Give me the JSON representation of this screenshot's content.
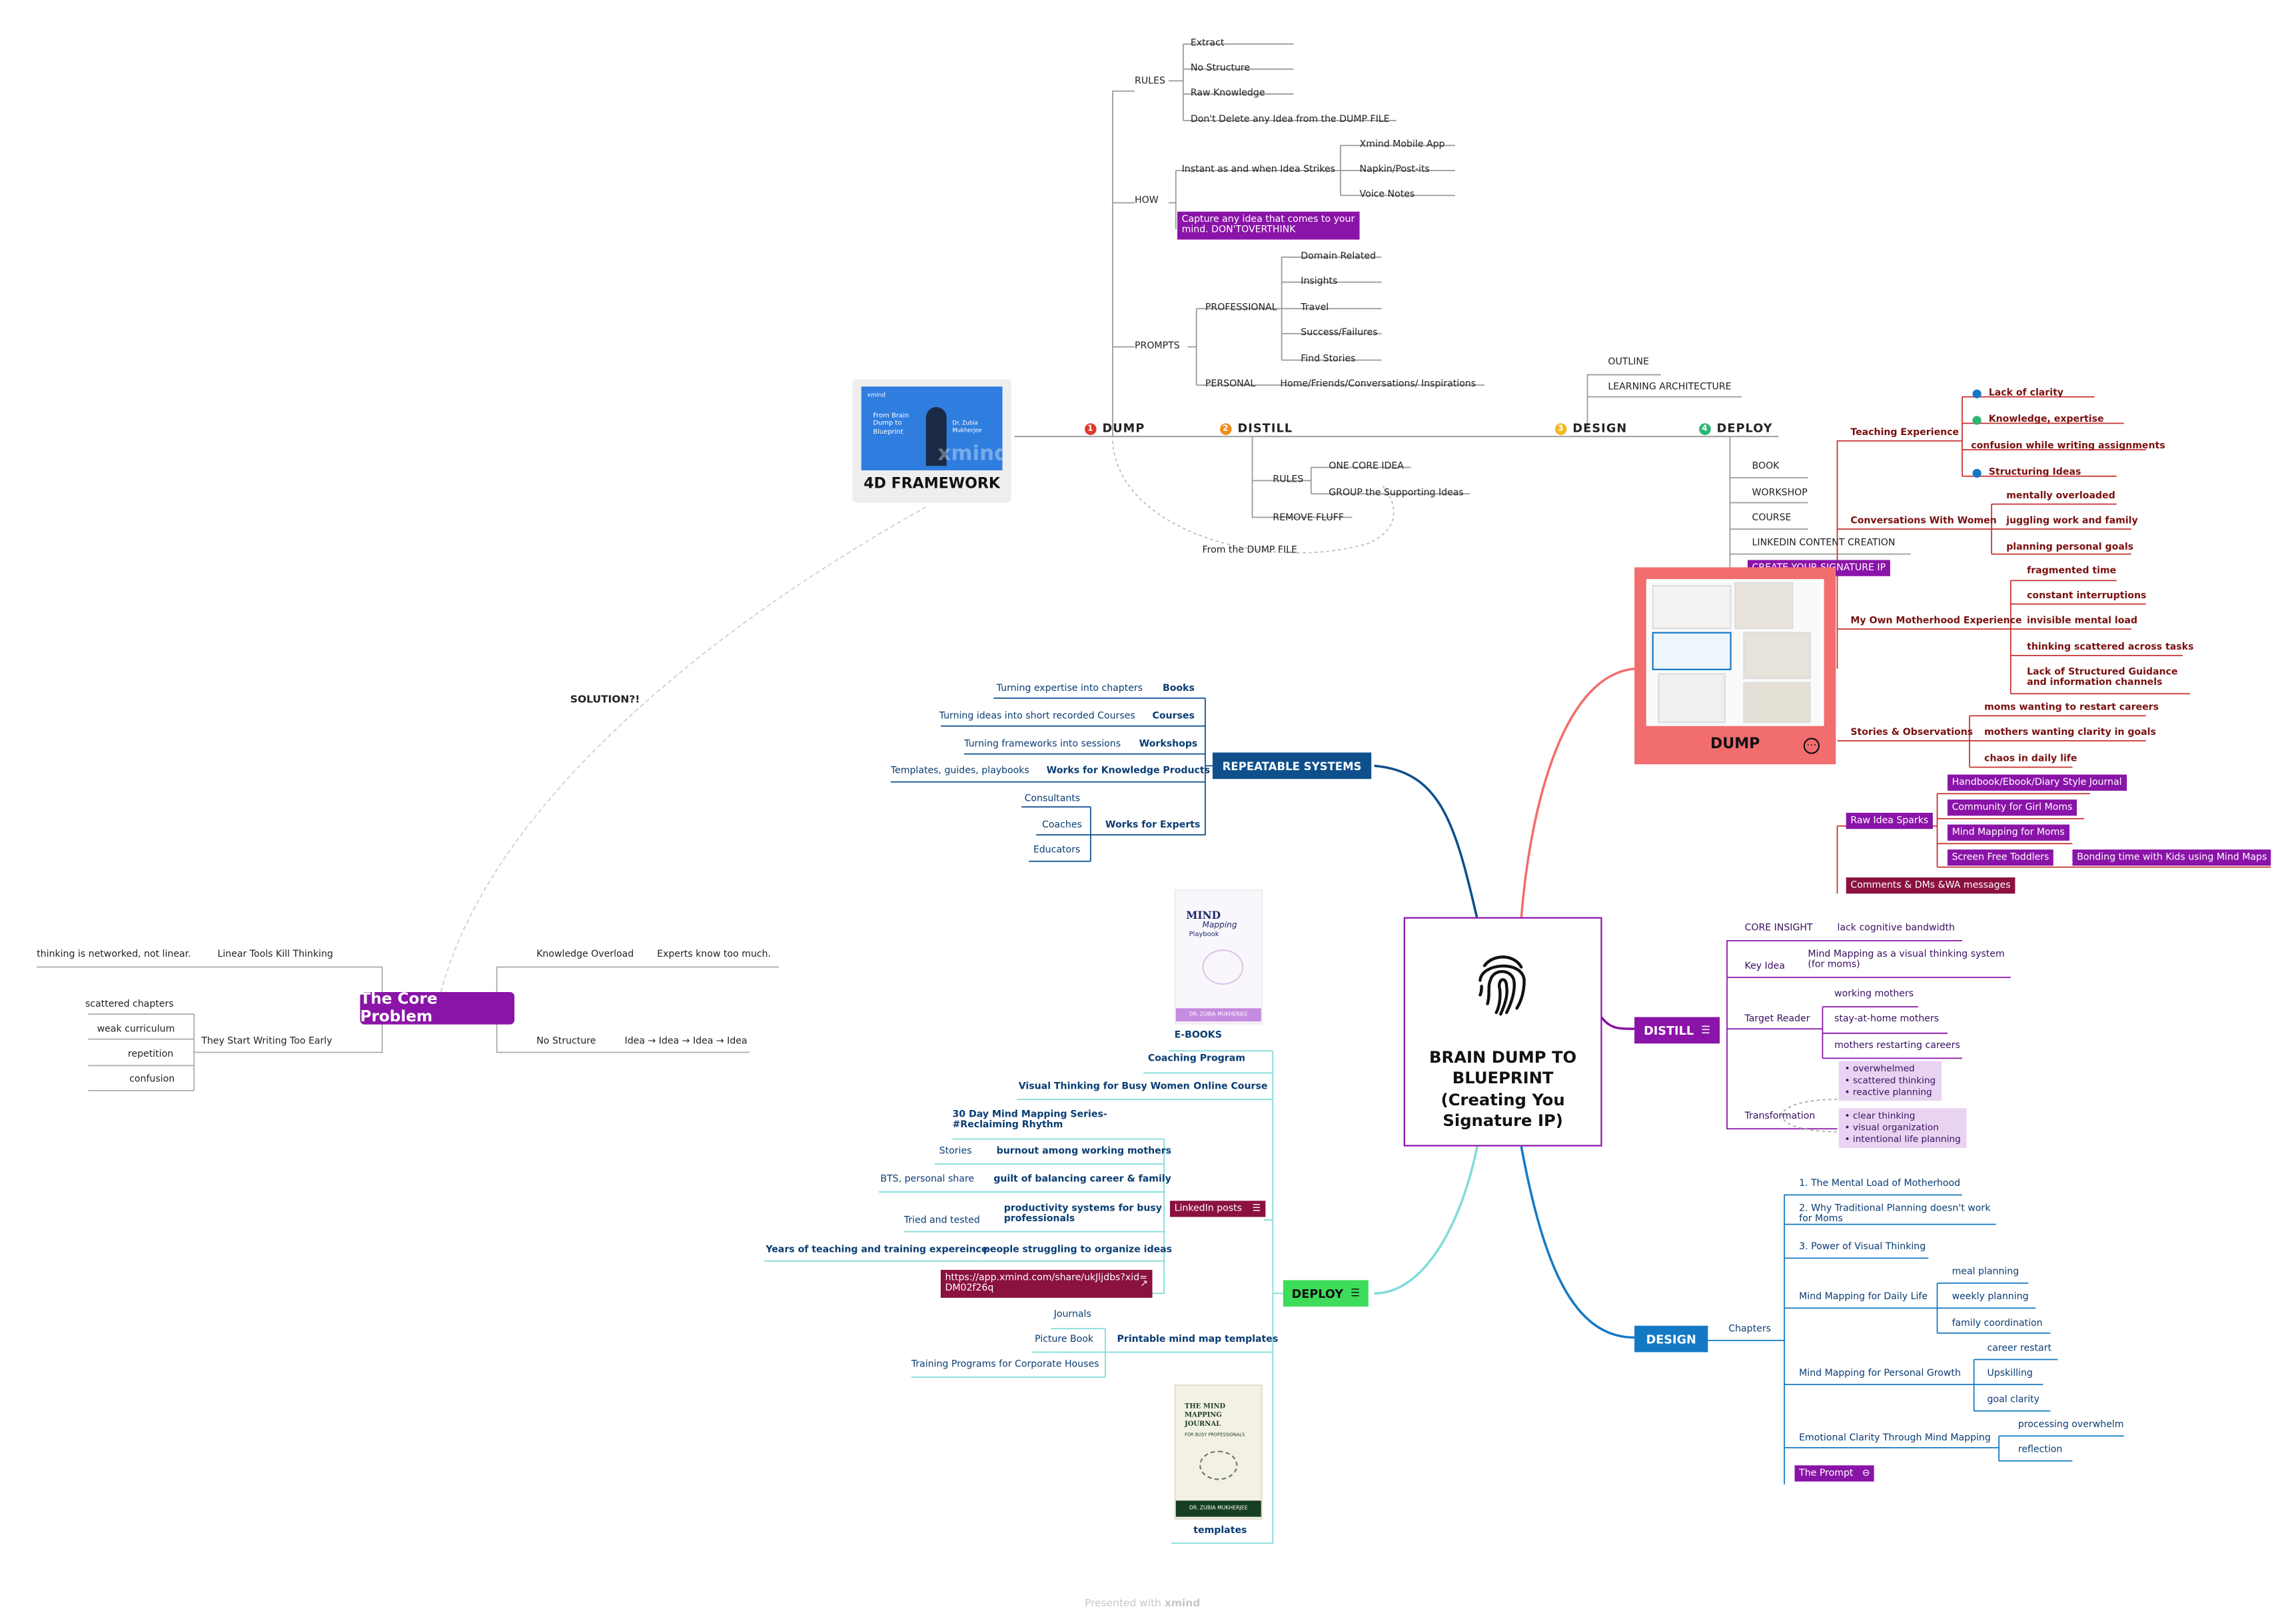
{
  "center": {
    "title": "BRAIN DUMP TO BLUEPRINT (Creating You Signature IP)"
  },
  "framework": {
    "title": "4D FRAMEWORK",
    "card": {
      "brand": "xmind",
      "heading": "From Brain Dump to Blueprint",
      "author": "Dr. Zubia Mukherjee",
      "watermark": "xmind"
    },
    "solution_label": "SOLUTION?!",
    "phases": [
      {
        "num": "1",
        "label": "DUMP",
        "color": "#e0392b"
      },
      {
        "num": "2",
        "label": "DISTILL",
        "color": "#f08c1e"
      },
      {
        "num": "3",
        "label": "DESIGN",
        "color": "#f0b81e"
      },
      {
        "num": "4",
        "label": "DEPLOY",
        "color": "#2bb673"
      }
    ],
    "dump": {
      "rules_label": "RULES",
      "rules": [
        "Extract",
        "No Structure",
        "Raw Knowledge",
        "Don't Delete any Idea from the DUMP FILE"
      ],
      "how_label": "HOW",
      "instant_label": "Instant as and when Idea Strikes",
      "instant_items": [
        "Xmind Mobile App",
        "Napkin/Post-its",
        "Voice Notes"
      ],
      "capture_note": "Capture any idea that comes to your mind. DON'TOVERTHINK",
      "prompts_label": "PROMPTS",
      "professional_label": "PROFESSIONAL",
      "professional_items": [
        "Domain Related",
        "Insights",
        "Travel",
        "Success/Failures",
        "Find Stories"
      ],
      "personal_label": "PERSONAL",
      "personal_item": "Home/Friends/Conversations/ Inspirations"
    },
    "distill": {
      "rules_label": "RULES",
      "rules": [
        "ONE CORE IDEA",
        "GROUP the Supporting Ideas"
      ],
      "remove_fluff": "REMOVE FLUFF",
      "from_dump": "From the DUMP FILE"
    },
    "design": {
      "items": [
        "OUTLINE",
        "LEARNING ARCHITECTURE"
      ]
    },
    "deploy": {
      "items": [
        "BOOK",
        "WORKSHOP",
        "COURSE",
        "LINKEDIN CONTENT CREATION"
      ],
      "cta": "CREATE YOUR SIGNATURE IP"
    }
  },
  "core_problem": {
    "title": "The Core Problem",
    "left": [
      {
        "label": "Linear Tools Kill Thinking",
        "items": [
          "thinking is networked, not linear."
        ]
      },
      {
        "label": "They Start Writing Too Early",
        "items": [
          "scattered chapters",
          "weak curriculum",
          "repetition",
          "confusion"
        ]
      }
    ],
    "right": [
      {
        "label": "Knowledge Overload",
        "item": "Experts know too much."
      },
      {
        "label": "No Structure",
        "item": "Idea → Idea → Idea → Idea"
      }
    ]
  },
  "repeatable": {
    "title": "REPEATABLE SYSTEMS",
    "items": [
      {
        "label": "Books",
        "desc": "Turning expertise into chapters"
      },
      {
        "label": "Courses",
        "desc": "Turning ideas into short recorded Courses"
      },
      {
        "label": "Workshops",
        "desc": "Turning frameworks into sessions"
      },
      {
        "label": "Works for Knowledge Products",
        "desc": "Templates, guides, playbooks"
      }
    ],
    "experts_label": "Works for Experts",
    "experts": [
      "Consultants",
      "Coaches",
      "Educators"
    ]
  },
  "dump_node": {
    "title": "DUMP",
    "teaching_label": "Teaching Experience",
    "teaching": [
      "Lack of clarity",
      "Knowledge, expertise",
      "confusion while writing assignments",
      "Structuring Ideas"
    ],
    "women_label": "Conversations With Women",
    "women": [
      "mentally overloaded",
      "juggling work and family",
      "planning personal goals"
    ],
    "motherhood_label": "My Own Motherhood Experience",
    "motherhood": [
      "fragmented time",
      "constant interruptions",
      "invisible mental load",
      "thinking scattered across tasks",
      "Lack of Structured Guidance and information channels"
    ],
    "stories_label": "Stories & Observations",
    "stories": [
      "moms wanting to restart careers",
      "mothers wanting clarity in goals",
      "chaos in daily life"
    ],
    "sparks_label": "Raw Idea Sparks",
    "sparks": [
      "Handbook/Ebook/Diary Style Journal",
      "Community for Girl Moms",
      "Mind Mapping for Moms",
      "Screen Free Toddlers"
    ],
    "sparks_extra": "Bonding time with Kids using Mind Maps",
    "comments": "Comments & DMs &WA messages"
  },
  "distill_node": {
    "title": "DISTILL",
    "core_insight_label": "CORE INSIGHT",
    "core_insight": "lack cognitive bandwidth",
    "key_idea_label": "Key Idea",
    "key_idea": "Mind Mapping as a visual thinking system (for moms)",
    "reader_label": "Target Reader",
    "readers": [
      "working mothers",
      "stay-at-home mothers",
      "mothers restarting careers"
    ],
    "transformation_label": "Transformation",
    "from_states": [
      "• overwhelmed",
      "• scattered thinking",
      "• reactive planning"
    ],
    "to_states": [
      "• clear thinking",
      "• visual organization",
      "• intentional life planning"
    ]
  },
  "design_node": {
    "title": "DESIGN",
    "chapters_label": "Chapters",
    "chapters": [
      {
        "label": "1. The Mental Load of Motherhood",
        "items": []
      },
      {
        "label": "2. Why Traditional Planning doesn't work for Moms",
        "items": []
      },
      {
        "label": "3. Power of Visual Thinking",
        "items": []
      },
      {
        "label": "Mind Mapping for Daily Life",
        "items": [
          "meal planning",
          "weekly planning",
          "family coordination"
        ]
      },
      {
        "label": "Mind Mapping for Personal Growth",
        "items": [
          "career restart",
          "Upskilling",
          "goal clarity"
        ]
      },
      {
        "label": "Emotional Clarity Through Mind Mapping",
        "items": [
          "processing overwhelm",
          "reflection"
        ]
      }
    ],
    "prompt": "The Prompt"
  },
  "deploy_node": {
    "title": "DEPLOY",
    "ebooks": "E-BOOKS",
    "ebook_cover": {
      "title_a": "MIND",
      "title_b": "Mapping",
      "title_c": "Playbook",
      "author": "DR. ZUBIA MUKHERJEE"
    },
    "coaching": "Coaching Program",
    "online_course": "Online Course",
    "online_course_item": "Visual Thinking for Busy Women",
    "linkedin_label": "LinkedIn posts",
    "linkedin_series": "30 Day Mind Mapping Series- #Reclaiming Rhythm",
    "linkedin": [
      {
        "label": "burnout among working mothers",
        "note": "Stories"
      },
      {
        "label": "guilt of balancing career & family",
        "note": "BTS, personal share"
      },
      {
        "label": "productivity systems for busy professionals",
        "note": "Tried and tested"
      },
      {
        "label": "people struggling to organize ideas",
        "note": "Years of teaching and training expereince"
      }
    ],
    "link": "https://app.xmind.com/share/ukJljdbs?xid=DM02f26q",
    "templates_label": "Printable mind map templates",
    "templates": [
      "Journals",
      "Picture Book",
      "Training Programs for Corporate Houses"
    ],
    "journal_cover": {
      "title": "THE MIND MAPPING JOURNAL",
      "subtitle": "FOR BUSY PROFESSIONALS",
      "author": "DR. ZUBIA MUKHERJEE"
    },
    "templates_end": "templates"
  },
  "footer": {
    "text": "Presented with",
    "brand": "xmind"
  },
  "colors": {
    "core_purple": "#8a14a8",
    "dump_red": "#f26d6d",
    "distill_purple": "#8a14a8",
    "design_blue": "#1479c4",
    "deploy_green": "#3ddc5a",
    "repeatable_blue": "#0e4f8c"
  }
}
